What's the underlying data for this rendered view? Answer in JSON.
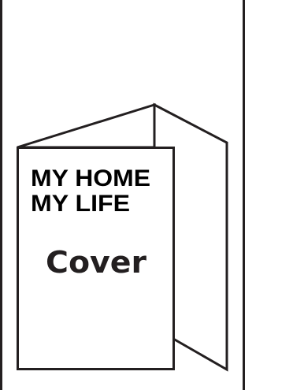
{
  "brochure": {
    "title_line_1": "MY HOME",
    "title_line_2": "MY LIFE",
    "panel_label": "Cover"
  },
  "colors": {
    "stroke": "#231f20",
    "background": "#ffffff",
    "text": "#000000"
  }
}
